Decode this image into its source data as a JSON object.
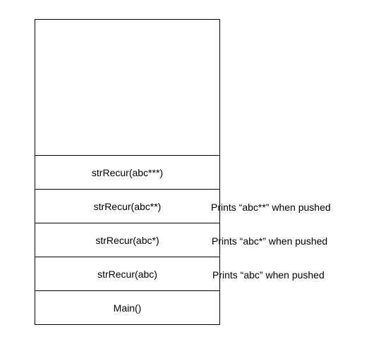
{
  "stack_frames": [
    "strRecur(abc***)",
    "strRecur(abc**)",
    "strRecur(abc*)",
    "strRecur(abc)",
    "Main()"
  ],
  "annotations": [
    "Prints “abc**” when pushed",
    "Prints “abc*” when pushed",
    "Prints “abc” when pushed"
  ]
}
